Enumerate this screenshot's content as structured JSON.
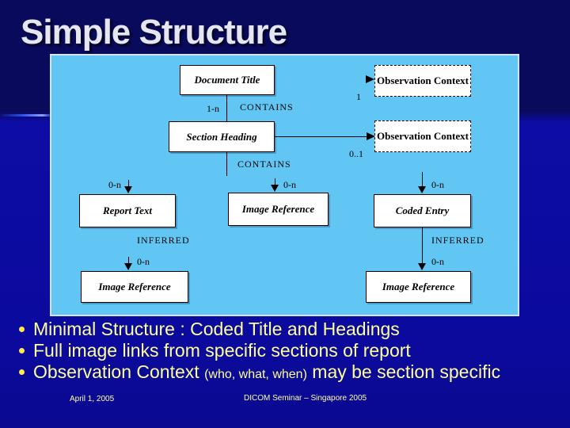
{
  "slide": {
    "title": "Simple Structure",
    "bullets": {
      "b1": "Minimal Structure : Coded Title and Headings",
      "b2": "Full image links from specific sections of report",
      "b3_main": "Observation Context ",
      "b3_small": "(who, what, when)",
      "b3_tail": " may be section specific"
    },
    "footer": {
      "date": "April 1, 2005",
      "event": "DICOM Seminar – Singapore 2005"
    }
  },
  "diagram": {
    "nodes": [
      {
        "id": "document-title",
        "label": "Document Title",
        "border": "solid"
      },
      {
        "id": "observation-context-top",
        "label": "Observation Context",
        "border": "dashed"
      },
      {
        "id": "section-heading",
        "label": "Section Heading",
        "border": "solid"
      },
      {
        "id": "observation-context-mid",
        "label": "Observation Context",
        "border": "dashed"
      },
      {
        "id": "report-text",
        "label": "Report Text",
        "border": "solid"
      },
      {
        "id": "image-reference-mid",
        "label": "Image Reference",
        "border": "solid"
      },
      {
        "id": "coded-entry",
        "label": "Coded Entry",
        "border": "solid"
      },
      {
        "id": "image-reference-bottom-left",
        "label": "Image Reference",
        "border": "solid"
      },
      {
        "id": "image-reference-bottom-right",
        "label": "Image Reference",
        "border": "solid"
      }
    ],
    "relationship_labels": {
      "contains": "CONTAINS",
      "inferred": "INFERRED"
    },
    "multiplicity": {
      "one_n": "1-n",
      "one": "1",
      "zero_one": "0..1",
      "zero_n": "0-n"
    }
  },
  "colors": {
    "background_top": "#0a0a5c",
    "background_bottom": "#0b0a9e",
    "panel_background": "#61c6f3",
    "panel_border": "#d4e4ee",
    "node_background": "#ffffff",
    "title_text": "#e6e6f0",
    "bullet_text": "#ffff99",
    "footer_text": "#ffffa8"
  }
}
